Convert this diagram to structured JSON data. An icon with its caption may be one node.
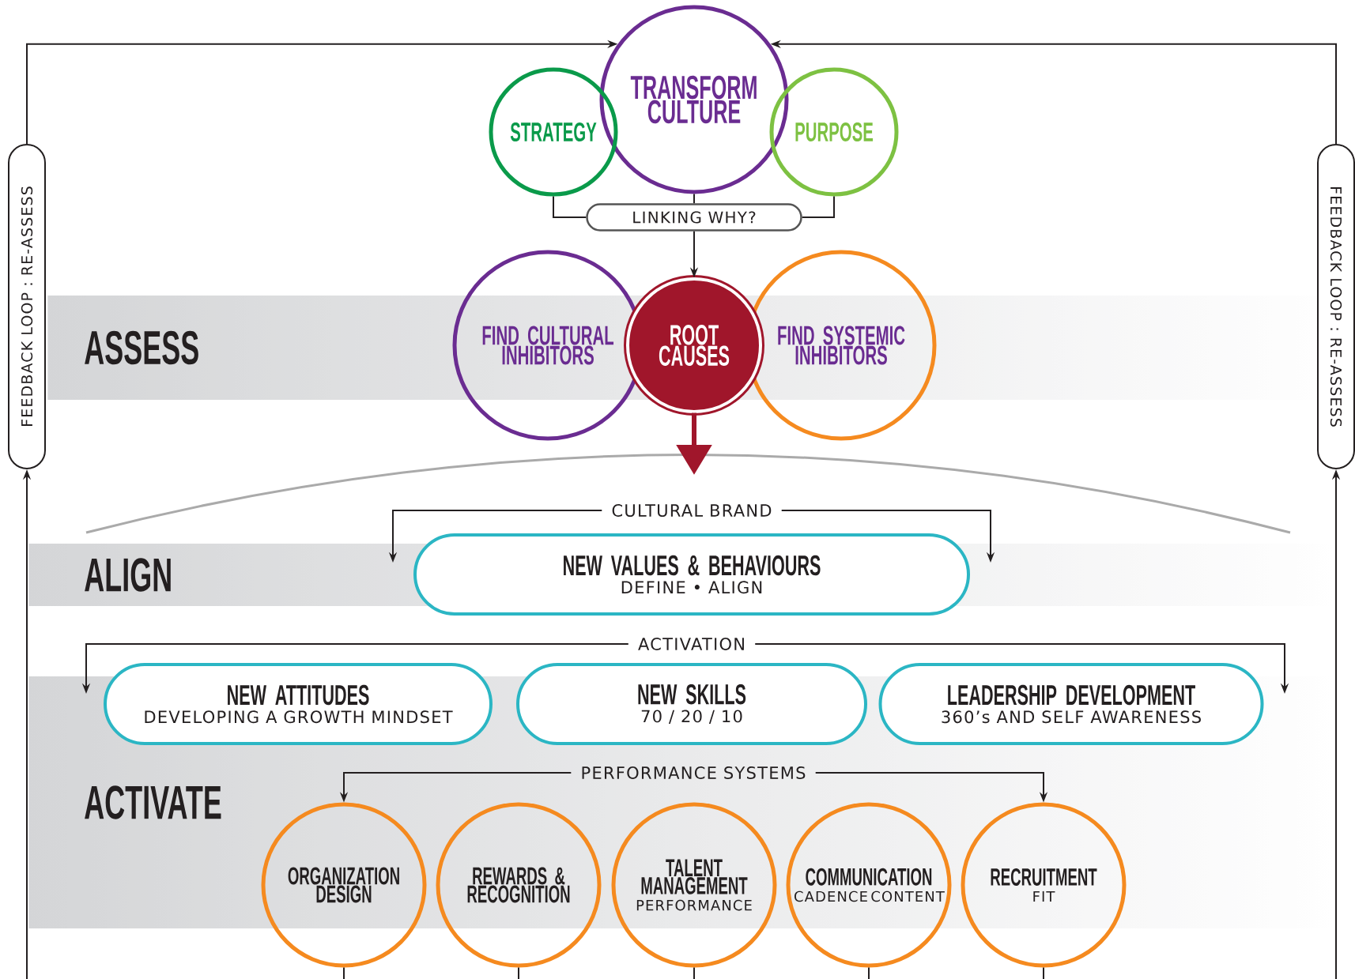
{
  "diagram": {
    "nodes": [
      {
        "text": [
          "TRANSFORM CULTURE"
        ]
      },
      {
        "text": [
          "STRATEGY"
        ]
      },
      {
        "text": [
          "PURPOSE"
        ]
      },
      {
        "text": [
          "LINKING WHY?"
        ]
      },
      {
        "text": [
          "FEEDBACK LOOP : RE-ASSESS"
        ]
      },
      {
        "text": [
          "FEEDBACK LOOP : RE-ASSESS"
        ]
      },
      {
        "text": [
          "ASSESS"
        ]
      },
      {
        "text": [
          "FIND CULTURAL INHIBITORS"
        ]
      },
      {
        "text": [
          "ROOT CAUSES"
        ]
      },
      {
        "text": [
          "FIND SYSTEMIC INHIBITORS"
        ]
      },
      {
        "text": [
          "CULTURAL BRAND"
        ]
      },
      {
        "text": [
          "ALIGN"
        ]
      },
      {
        "text": [
          "NEW VALUES & BEHAVIOURS",
          "DEFINE • ALIGN"
        ]
      },
      {
        "text": [
          "ACTIVATION"
        ]
      },
      {
        "text": [
          "NEW ATTITUDES",
          "DEVELOPING A GROWTH MINDSET"
        ]
      },
      {
        "text": [
          "NEW SKILLS",
          "70 / 20 / 10"
        ]
      },
      {
        "text": [
          "LEADERSHIP DEVELOPMENT",
          "360’s AND SELF AWARENESS"
        ]
      },
      {
        "text": [
          "ACTIVATE"
        ]
      },
      {
        "text": [
          "PERFORMANCE SYSTEMS"
        ]
      },
      {
        "text": [
          "ORGANIZATION DESIGN"
        ]
      },
      {
        "text": [
          "REWARDS & RECOGNITION"
        ]
      },
      {
        "text": [
          "TALENT MANAGEMENT",
          "PERFORMANCE"
        ]
      },
      {
        "text": [
          "COMMUNICATION",
          "CADENCE CONTENT"
        ]
      },
      {
        "text": [
          "RECRUITMENT",
          "FIT"
        ]
      }
    ],
    "edges": [
      {
        "from": 1,
        "to": 3,
        "arrow": "none"
      },
      {
        "from": 0,
        "to": 3,
        "arrow": "none"
      },
      {
        "from": 2,
        "to": 3,
        "arrow": "none"
      },
      {
        "from": 3,
        "to": 8,
        "arrow": "to"
      },
      {
        "from": 8,
        "to": null,
        "arrow": "to",
        "style": "thick",
        "color": "#a0162b"
      },
      {
        "from": 4,
        "to": 0,
        "arrow": "to"
      },
      {
        "from": 5,
        "to": 0,
        "arrow": "to"
      },
      {
        "from": null,
        "to": 4,
        "arrow": "to"
      },
      {
        "from": null,
        "to": 5,
        "arrow": "to"
      },
      {
        "from": 10,
        "to": null,
        "arrow": "to"
      },
      {
        "from": 10,
        "to": null,
        "arrow": "to"
      },
      {
        "from": 13,
        "to": null,
        "arrow": "to"
      },
      {
        "from": 13,
        "to": null,
        "arrow": "to"
      },
      {
        "from": 18,
        "to": 19,
        "arrow": "to"
      },
      {
        "from": 18,
        "to": 23,
        "arrow": "to"
      },
      {
        "from": 19,
        "to": null,
        "arrow": "none"
      },
      {
        "from": 20,
        "to": null,
        "arrow": "none"
      },
      {
        "from": 21,
        "to": null,
        "arrow": "none"
      },
      {
        "from": 22,
        "to": null,
        "arrow": "none"
      },
      {
        "from": 23,
        "to": null,
        "arrow": "none"
      }
    ]
  }
}
